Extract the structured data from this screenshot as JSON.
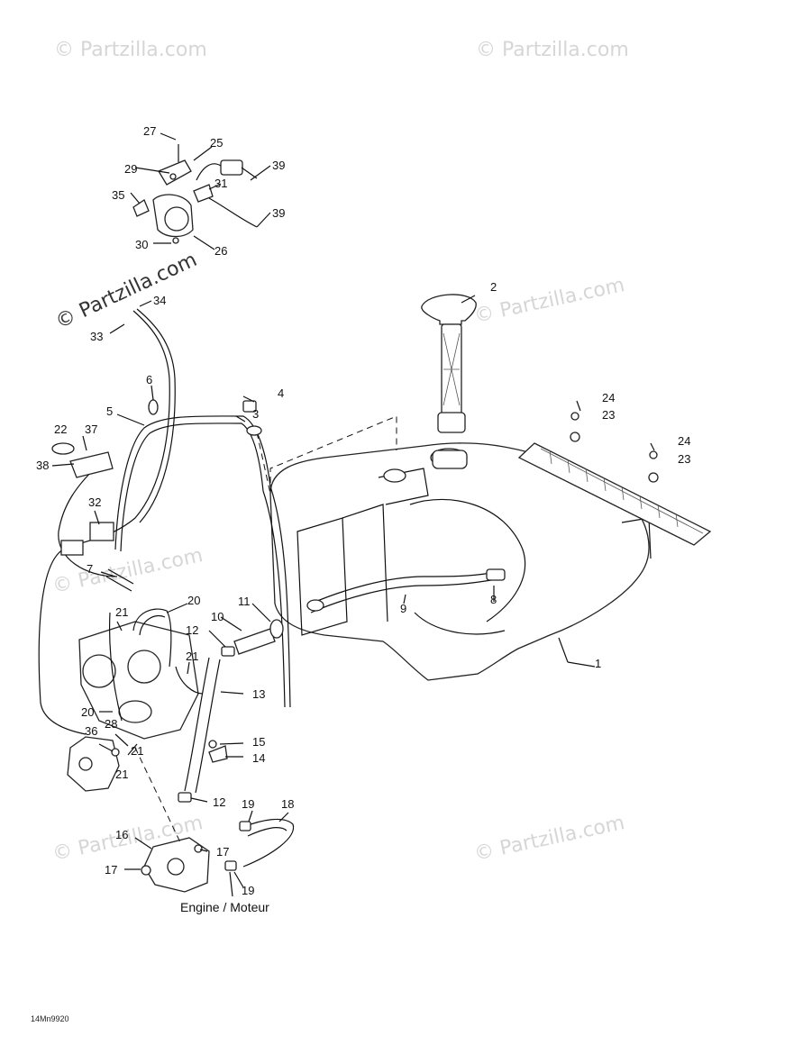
{
  "watermark": "© Partzilla.com",
  "diagram_code": "14Mn9920",
  "engine_label": "Engine / Moteur",
  "callouts": [
    "1",
    "2",
    "3",
    "4",
    "5",
    "6",
    "7",
    "8",
    "9",
    "10",
    "11",
    "12",
    "12",
    "13",
    "14",
    "15",
    "16",
    "17",
    "17",
    "18",
    "19",
    "19",
    "20",
    "20",
    "21",
    "21",
    "21",
    "21",
    "22",
    "23",
    "23",
    "24",
    "24",
    "25",
    "26",
    "27",
    "28",
    "29",
    "30",
    "31",
    "32",
    "33",
    "34",
    "35",
    "36",
    "37",
    "38",
    "39",
    "39"
  ]
}
